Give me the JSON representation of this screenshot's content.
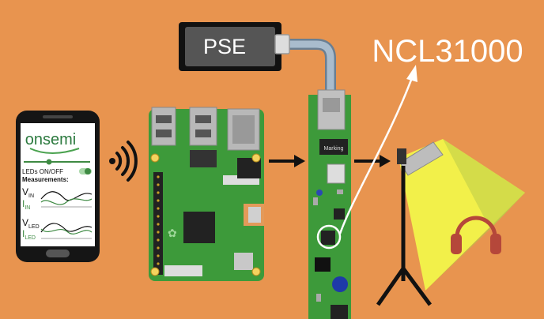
{
  "pse_label": "PSE",
  "ncl_label": "NCL31000",
  "board_chip_label": "Marking",
  "phone": {
    "brand": "onsemi",
    "led_toggle_label": "LEDs ON/OFF",
    "measurements_label": "Measurements:",
    "vin_label": "V",
    "vin_sub": "IN",
    "iin_label": "I",
    "iin_sub": "IN",
    "vled_label": "V",
    "vled_sub": "LED",
    "iled_label": "I",
    "iled_sub": "LED"
  },
  "icons": [
    "wifi-icon",
    "arrow-right-icon",
    "lamp-icon",
    "headphones-icon"
  ],
  "colors": {
    "background": "#e8944f",
    "pcb_green": "#3d9a3a",
    "lamp_light": "#f2f04a",
    "headphones": "#b5473a",
    "pse_box": "#555555"
  }
}
